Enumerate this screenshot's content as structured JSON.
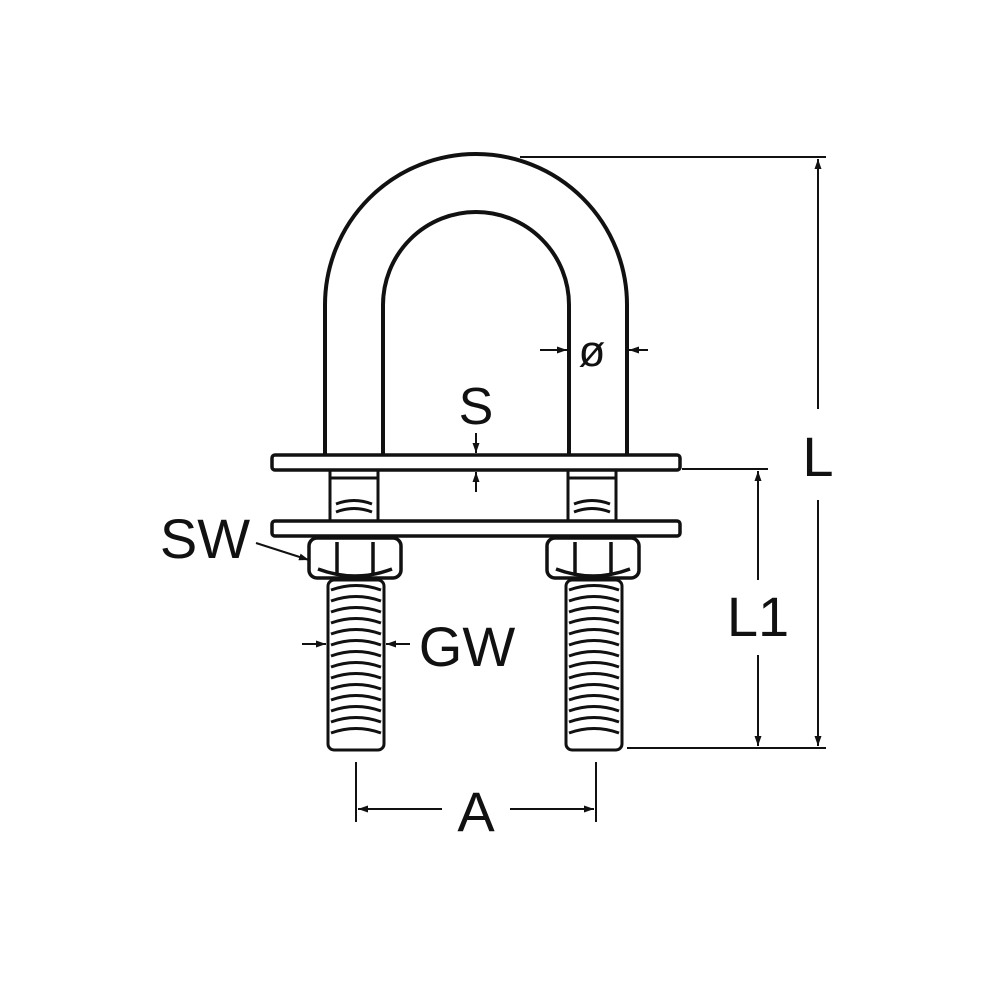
{
  "diagram": {
    "labels": {
      "diameter": "ø",
      "plate_thickness": "S",
      "wrench_size": "SW",
      "thread": "GW",
      "length": "L",
      "thread_length": "L1",
      "spacing": "A"
    },
    "colors": {
      "line": "#111111",
      "background": "#ffffff",
      "part_fill": "#ffffff"
    }
  }
}
